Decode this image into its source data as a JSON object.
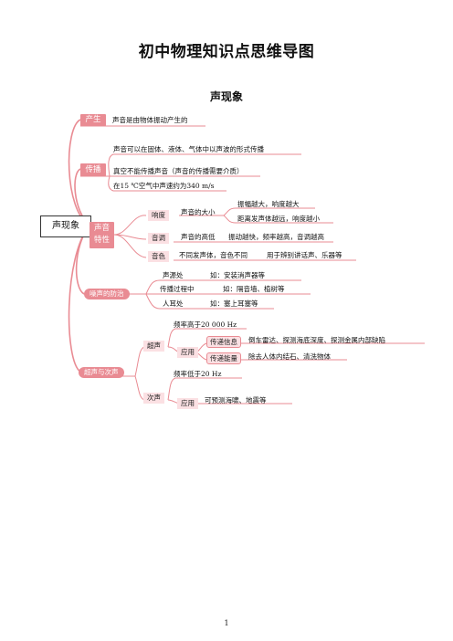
{
  "title": "初中物理知识点思维导图",
  "subtitle": "声现象",
  "root": "声现象",
  "branches": {
    "production": {
      "label": "产生",
      "items": [
        "声音是由物体振动产生的"
      ]
    },
    "propagation": {
      "label": "传播",
      "items": [
        "声音可以在固体、液体、气体中以声波的形式传播",
        "真空不能传播声音（声音的传播需要介质）",
        "在15 ℃空气中声速约为340 m/s"
      ]
    },
    "characteristics": {
      "label_line1": "声音",
      "label_line2": "特性",
      "loudness": {
        "label": "响度",
        "desc": "声音的大小",
        "notes": [
          "振幅越大，响度越大",
          "距离发声体越远，响度越小"
        ]
      },
      "pitch": {
        "label": "音调",
        "desc": "声音的高低",
        "note": "振动越快，频率越高，音调越高"
      },
      "timbre": {
        "label": "音色",
        "desc": "不同发声体，音色不同",
        "note": "用于辨别讲话声、乐器等"
      }
    },
    "noise": {
      "label": "噪声的防治",
      "rows": [
        {
          "where": "声源处",
          "example": "如：安装消声器等"
        },
        {
          "where": "传播过程中",
          "example": "如：隔音墙、植树等"
        },
        {
          "where": "人耳处",
          "example": "如：塞上耳塞等"
        }
      ]
    },
    "ultra_infra": {
      "label": "超声与次声",
      "ultrasound": {
        "label": "超声",
        "freq": "频率高于20 000 Hz",
        "app_label": "应用",
        "info_label": "传递信息",
        "info_text": "倒车雷达、探测海底深度、探测金属内部缺陷",
        "energy_label": "传递能量",
        "energy_text": "除去人体内结石、清洗物体"
      },
      "infrasound": {
        "label": "次声",
        "freq": "频率低于20 Hz",
        "app_label": "应用",
        "app_text": "可预测海啸、地震等"
      }
    }
  },
  "page_number": "1",
  "colors": {
    "accent": "#e98b93",
    "light": "#fbe0e3",
    "line": "#e98b93"
  }
}
